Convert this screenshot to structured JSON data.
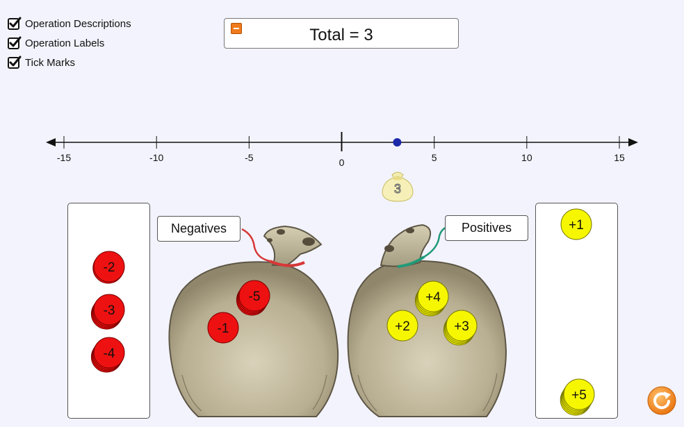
{
  "checkboxes": [
    {
      "label": "Operation Descriptions",
      "checked": true
    },
    {
      "label": "Operation Labels",
      "checked": true
    },
    {
      "label": "Tick Marks",
      "checked": true
    }
  ],
  "total": {
    "text": "Total = 3",
    "value": 3
  },
  "number_line": {
    "min": -15,
    "max": 15,
    "tick_labels": [
      "-15",
      "-10",
      "-5",
      "0",
      "5",
      "10",
      "15"
    ],
    "point_value": 3
  },
  "marker_bag": {
    "label": "3"
  },
  "bags": {
    "negatives_label": "Negatives",
    "positives_label": "Positives"
  },
  "coins": {
    "negatives_in_bag": [
      "-5",
      "-1"
    ],
    "positives_in_bag": [
      "+4",
      "+2",
      "+3"
    ],
    "left_panel": [
      "-2",
      "-3",
      "-4"
    ],
    "right_panel": [
      "+1",
      "+5"
    ]
  },
  "colors": {
    "negative_coin": "#ee1111",
    "positive_coin": "#f6f600",
    "point": "#1c2aa8",
    "reset": "#f28a1e"
  },
  "icons": {
    "checkbox": "check-icon",
    "reset": "reset-icon",
    "collapse": "minus-icon"
  }
}
